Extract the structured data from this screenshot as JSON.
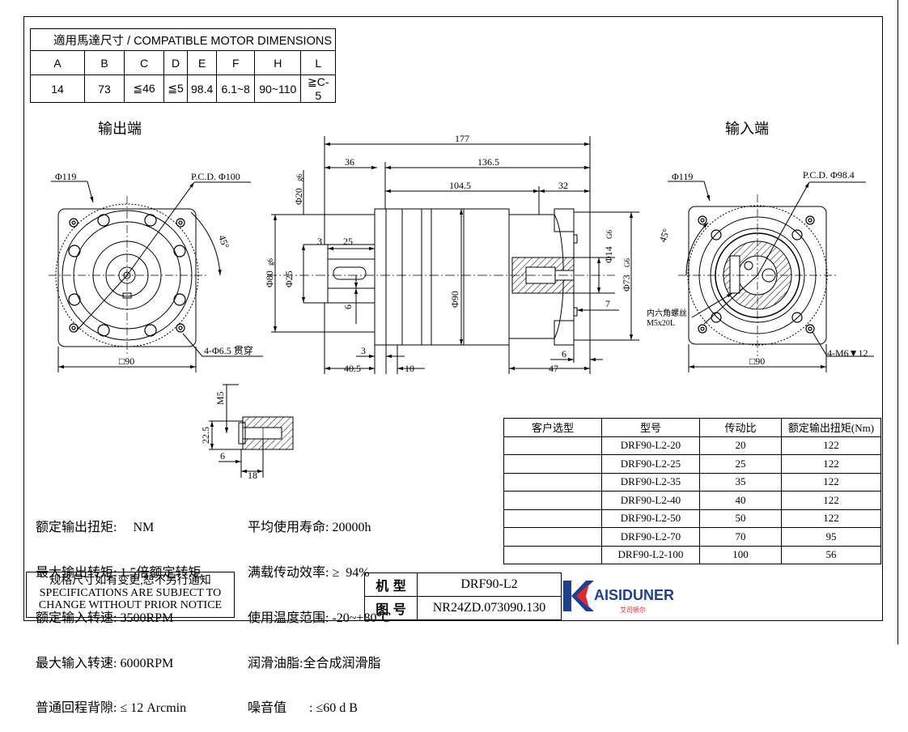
{
  "compat_table": {
    "title": "適用馬達尺寸 / COMPATIBLE MOTOR DIMENSIONS",
    "headers": [
      "A",
      "B",
      "C",
      "D",
      "E",
      "F",
      "H",
      "L"
    ],
    "values": [
      "14",
      "73",
      "≦46",
      "≦5",
      "98.4",
      "6.1~8",
      "90~110",
      "≧C-5"
    ]
  },
  "views": {
    "output_label": "输出端",
    "input_label": "输入端"
  },
  "dims": {
    "overall": "177",
    "d36": "36",
    "d136_5": "136.5",
    "d104_5": "104.5",
    "d32": "32",
    "phi20": "Φ20",
    "g6a": "g6",
    "phi80": "Φ80",
    "g6b": "g6",
    "phi25": "Φ25",
    "d3": "3",
    "d25": "25",
    "d6": "6",
    "phi90": "Φ90",
    "d3b": "3",
    "d40_5": "40.5",
    "d10": "10",
    "phi14": "Φ14",
    "g6c": "G6",
    "phi73": "Φ73",
    "g6d": "G6",
    "d7": "7",
    "d6b": "6",
    "d47": "47",
    "left_phi119": "Φ119",
    "left_pcd": "P.C.D. Φ100",
    "left_45": "45°",
    "left_holes": "4-Φ6.5 贯穿",
    "left_sq": "□90",
    "right_phi119": "Φ119",
    "right_pcd": "P.C.D. Φ98.4",
    "right_45": "45°",
    "right_hex1": "内六角螺丝",
    "right_hex2": "M5x20L",
    "right_holes": "4-M6▼12",
    "right_sq": "□90",
    "key_m5": "M5",
    "key_22_5": "22.5",
    "key_6": "6",
    "key_18": "18"
  },
  "models_table": {
    "headers": [
      "客户选型",
      "型号",
      "传动比",
      "额定输出扭矩(Nm)"
    ],
    "rows": [
      [
        "",
        "DRF90-L2-20",
        "20",
        "122"
      ],
      [
        "",
        "DRF90-L2-25",
        "25",
        "122"
      ],
      [
        "",
        "DRF90-L2-35",
        "35",
        "122"
      ],
      [
        "",
        "DRF90-L2-40",
        "40",
        "122"
      ],
      [
        "",
        "DRF90-L2-50",
        "50",
        "122"
      ],
      [
        "",
        "DRF90-L2-70",
        "70",
        "95"
      ],
      [
        "",
        "DRF90-L2-100",
        "100",
        "56"
      ]
    ]
  },
  "specs_left": [
    "额定输出扭矩:     NM",
    "最大输出转矩: 1.5倍额定转矩",
    "额定输入转速: 3500RPM",
    "最大输入转速: 6000RPM",
    "普通回程背隙: ≤ 12 Arcmin"
  ],
  "specs_right": [
    "平均使用寿命: 20000h",
    "满载传动效率: ≥  94%",
    "使用温度范围: -20~+80℃",
    "润滑油脂:全合成润滑脂",
    "噪音值       : ≤60 d B"
  ],
  "note": {
    "line1": "规格尺寸如有变更,恕不另行通知",
    "line2": "SPECIFICATIONS ARE SUBJECT TO",
    "line3": "CHANGE WITHOUT PRIOR NOTICE"
  },
  "title_block": {
    "model_key": "机 型",
    "model_val": "DRF90-L2",
    "drawing_key": "图 号",
    "drawing_val": "NR24ZD.073090.130"
  },
  "logo": {
    "brand": "AISIDUNER",
    "sub": "艾司顿尔",
    "color_blue": "#1f3f8f",
    "color_red": "#e0262e"
  }
}
